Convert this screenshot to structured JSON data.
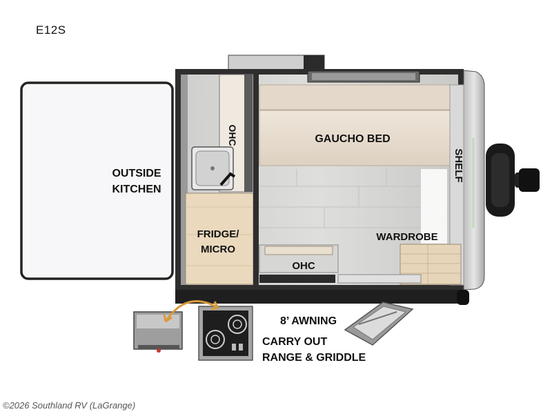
{
  "model": "E12S",
  "labels": {
    "outside_kitchen_line1": "OUTSIDE",
    "outside_kitchen_line2": "KITCHEN",
    "ohc_galley": "OHC",
    "gaucho_bed": "GAUCHO BED",
    "shelf": "SHELF",
    "fridge_line1": "FRIDGE/",
    "fridge_line2": "MICRO",
    "wardrobe": "WARDROBE",
    "ohc_lower": "OHC",
    "awning": "8’ AWNING",
    "range_line1": "CARRY OUT",
    "range_line2": "RANGE & GRIDDLE"
  },
  "copyright": "©2026 Southland RV (LaGrange)",
  "colors": {
    "wall": "#3a3a3a",
    "floor": "#d9d9d7",
    "wood": "#e8dccb",
    "bed": "#e7ddd0",
    "cabinet_light": "#ead9bd",
    "frontcap": "#cfcfcf",
    "arrow": "#d89a3c"
  }
}
